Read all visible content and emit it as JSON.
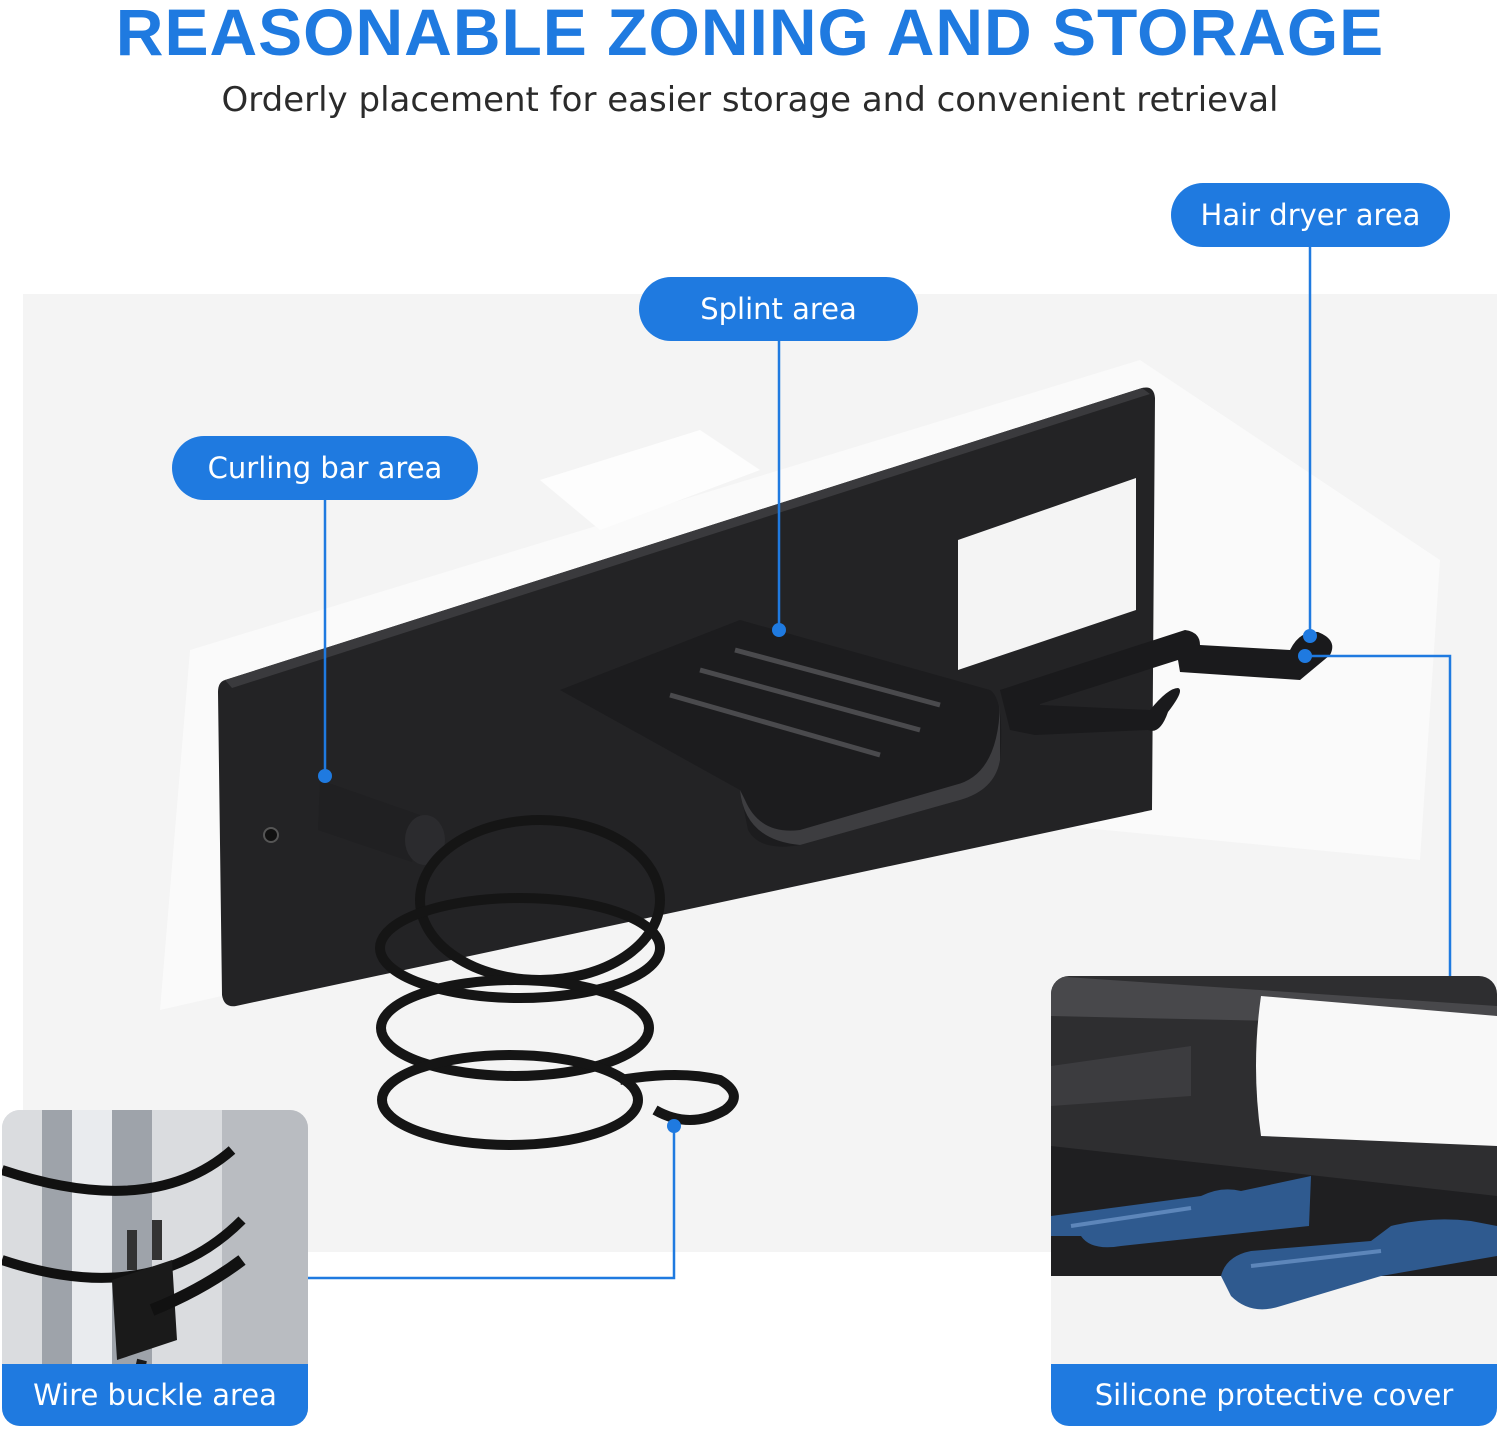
{
  "header": {
    "title": "REASONABLE ZONING AND STORAGE",
    "subtitle": "Orderly placement for easier storage and convenient retrieval"
  },
  "callouts": {
    "hair_dryer": "Hair dryer area",
    "splint": "Splint area",
    "curling_bar": "Curling bar area"
  },
  "insets": {
    "wire_buckle": "Wire buckle area",
    "silicone_cover": "Silicone protective cover"
  },
  "colors": {
    "accent": "#1f7ae0",
    "product": "#1c1c1e",
    "background_panel": "#f4f4f4"
  }
}
